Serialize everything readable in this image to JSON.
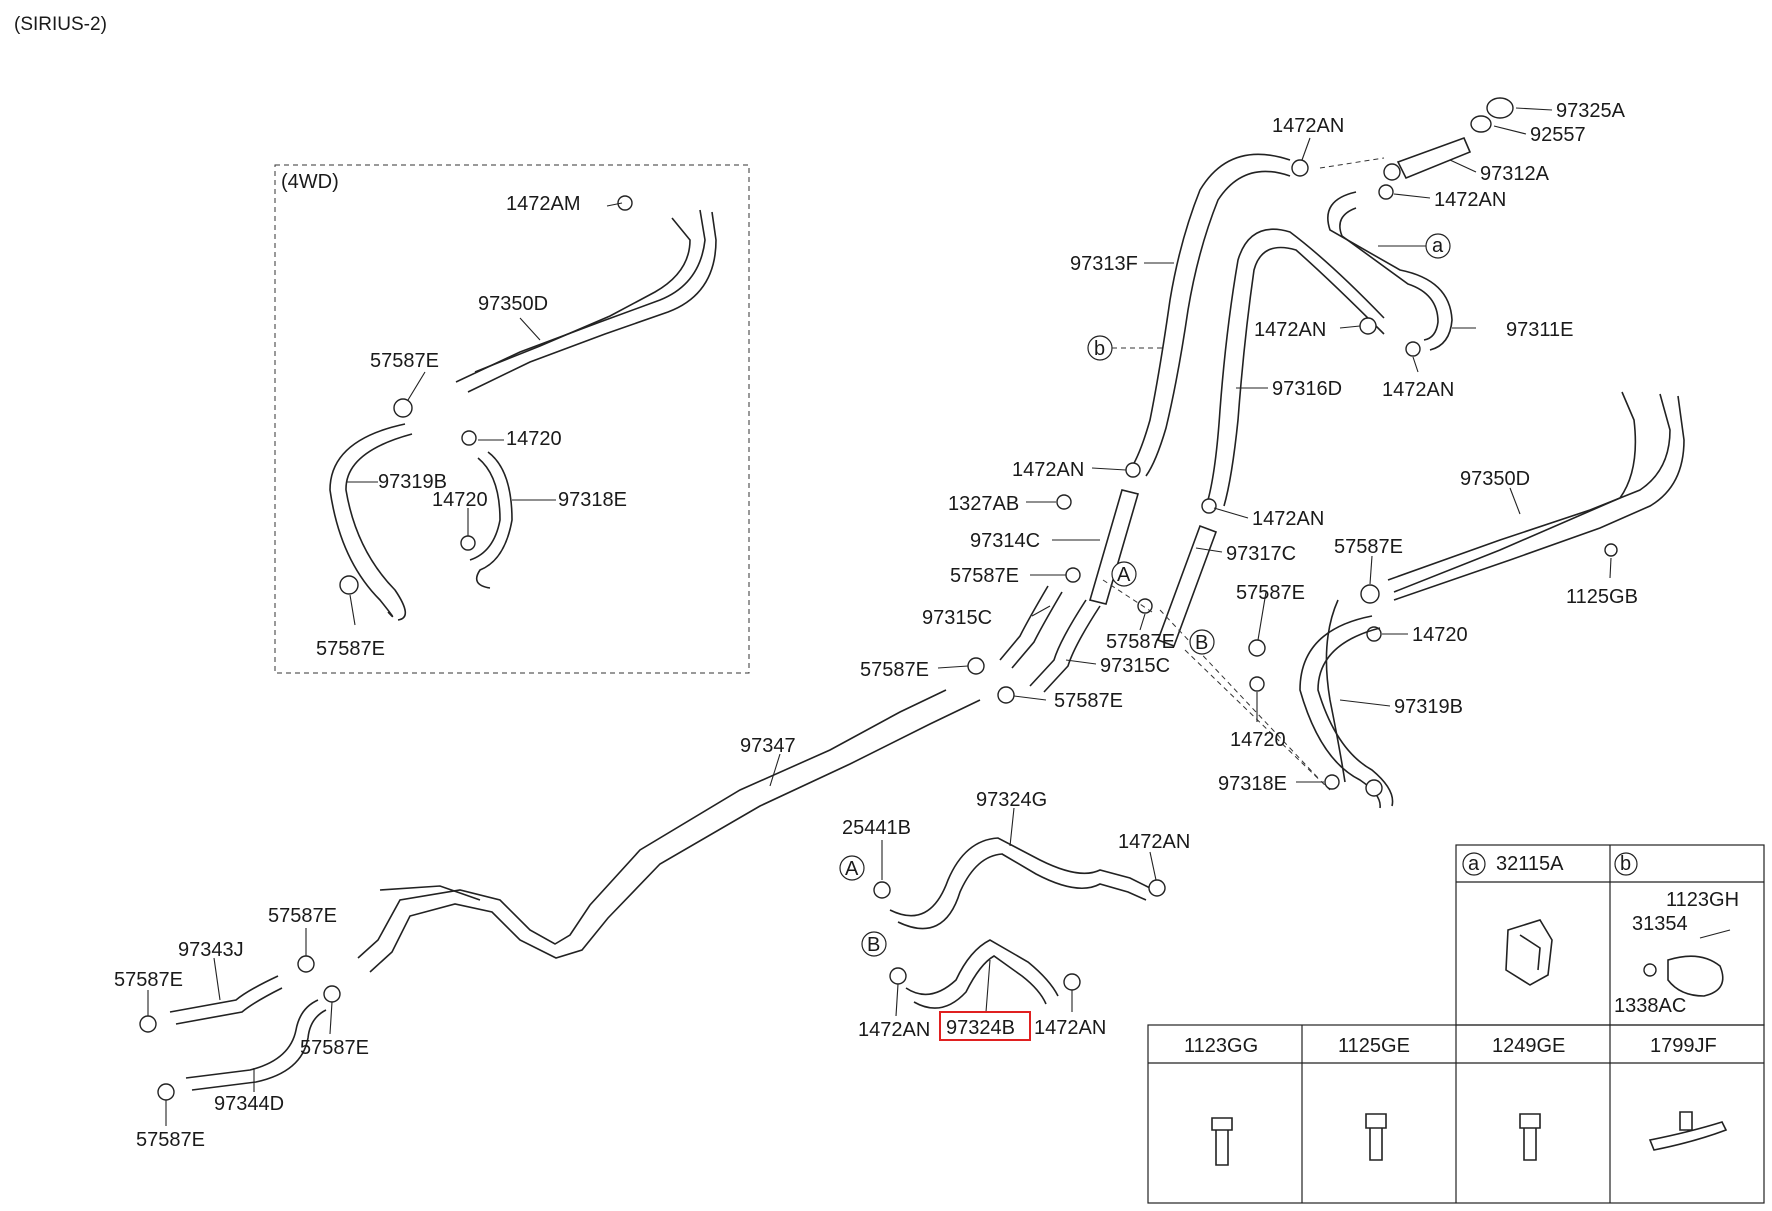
{
  "header": {
    "variant": "(SIRIUS-2)"
  },
  "inset": {
    "title": "(4WD)"
  },
  "labels": {
    "l_1472AM": "1472AM",
    "l_97350D_a": "97350D",
    "l_57587E_a": "57587E",
    "l_14720_a": "14720",
    "l_97319B_a": "97319B",
    "l_14720_b": "14720",
    "l_97318E_a": "97318E",
    "l_57587E_b": "57587E",
    "l_1472AN_a": "1472AN",
    "l_97325A": "97325A",
    "l_92557": "92557",
    "l_97312A": "97312A",
    "l_1472AN_b": "1472AN",
    "l_97313F": "97313F",
    "l_1472AN_c": "1472AN",
    "l_97311E": "97311E",
    "l_97316D": "97316D",
    "l_1472AN_d": "1472AN",
    "l_1472AN_e": "1472AN",
    "l_1327AB": "1327AB",
    "l_1472AN_f": "1472AN",
    "l_97314C": "97314C",
    "l_97317C": "97317C",
    "l_57587E_c": "57587E",
    "l_97350D_b": "97350D",
    "l_57587E_d": "57587E",
    "l_1125GB": "1125GB",
    "l_97315C_a": "97315C",
    "l_57587E_e": "57587E",
    "l_57587E_f": "57587E",
    "l_14720_c": "14720",
    "l_57587E_g": "57587E",
    "l_97315C_b": "97315C",
    "l_57587E_h": "57587E",
    "l_97319B_b": "97319B",
    "l_14720_d": "14720",
    "l_97347": "97347",
    "l_97318E_b": "97318E",
    "l_97324G": "97324G",
    "l_25441B": "25441B",
    "l_1472AN_g": "1472AN",
    "l_57587E_i": "57587E",
    "l_97343J": "97343J",
    "l_57587E_j": "57587E",
    "l_57587E_k": "57587E",
    "l_97344D": "97344D",
    "l_57587E_l": "57587E",
    "l_1472AN_h": "1472AN",
    "l_97324B": "97324B",
    "l_1472AN_i": "1472AN"
  },
  "callouts": {
    "a": "a",
    "b": "b",
    "A": "A",
    "B": "B"
  },
  "legend": {
    "cell_a_code": "32115A",
    "cell_b_parts": [
      "1123GH",
      "31354",
      "1338AC"
    ],
    "bottom_row": [
      "1123GG",
      "1125GE",
      "1249GE",
      "1799JF"
    ]
  },
  "highlight": {
    "color": "#e02020",
    "part": "97324B"
  }
}
